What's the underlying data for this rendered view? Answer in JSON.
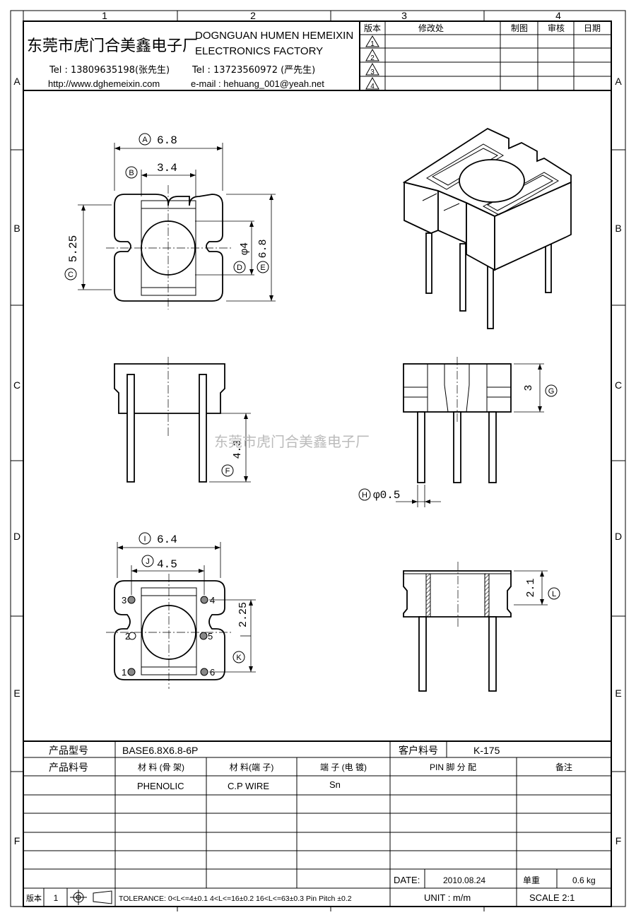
{
  "grid": {
    "columns": [
      "1",
      "2",
      "3",
      "4"
    ],
    "rows": [
      "A",
      "B",
      "C",
      "D",
      "E",
      "F"
    ]
  },
  "header": {
    "company_cn": "东莞市虎门合美鑫电子厂",
    "company_en_line1": "DOGNGUAN HUMEN HEMEIXIN",
    "company_en_line2": "ELECTRONICS FACTORY",
    "tel1": "Tel : 13809635198(张先生)",
    "website": "http://www.dghemeixin.com",
    "tel2": "Tel : 13723560972 (严先生)",
    "email": "e-mail : hehuang_001@yeah.net"
  },
  "revision_table": {
    "headers": [
      "版本",
      "修改处",
      "制图",
      "审核",
      "日期"
    ],
    "rows": [
      "1",
      "2",
      "3",
      "4"
    ]
  },
  "dimensions": {
    "A": {
      "letter": "A",
      "value": "6.8"
    },
    "B": {
      "letter": "B",
      "value": "3.4"
    },
    "C": {
      "letter": "C",
      "value": "5.25"
    },
    "D": {
      "letter": "D",
      "value": "φ4"
    },
    "E": {
      "letter": "E",
      "value": "6.8"
    },
    "F": {
      "letter": "F",
      "value": "4.3"
    },
    "G": {
      "letter": "G",
      "value": "3"
    },
    "H": {
      "letter": "H",
      "value": "φ0.5"
    },
    "I": {
      "letter": "I",
      "value": "6.4"
    },
    "J": {
      "letter": "J",
      "value": "4.5"
    },
    "K": {
      "letter": "K",
      "value": "2.25"
    },
    "L": {
      "letter": "L",
      "value": "2.1"
    }
  },
  "pin_numbers": [
    "1",
    "2",
    "3",
    "4",
    "5",
    "6"
  ],
  "watermark": "东莞市虎门合美鑫电子厂",
  "title_block": {
    "product_model_label": "产品型号",
    "product_model": "BASE6.8X6.8-6P",
    "customer_part_label": "客户料号",
    "customer_part": "K-175",
    "product_part_label": "产品料号",
    "material_bobbin_label": "材 料 (骨 架)",
    "material_pin_label": "材 料(端 子)",
    "terminal_plating_label": "端 子 (电 镀)",
    "pin_assignment_label": "PIN 脚 分 配",
    "remarks_label": "备注",
    "material_bobbin": "PHENOLIC",
    "material_pin": "C.P WIRE",
    "terminal_plating": "Sn",
    "date_label": "DATE:",
    "date": "2010.08.24",
    "weight_label": "单重",
    "weight": "0.6 kg",
    "version_label": "版本",
    "version": "1",
    "tolerance": "TOLERANCE:  0<L<=4±0.1  4<L<=16±0.2  16<L<=63±0.3  Pin Pitch  ±0.2",
    "unit": "UNIT : m/m",
    "scale": "SCALE   2:1"
  }
}
